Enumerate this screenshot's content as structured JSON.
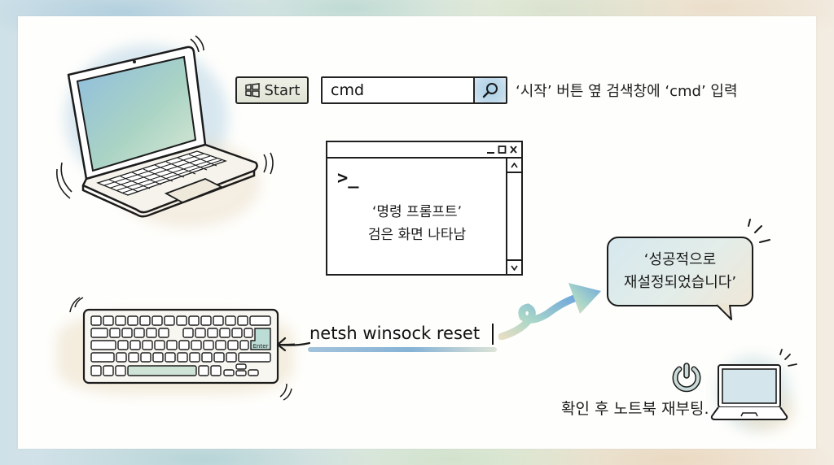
{
  "steps": {
    "step1": {
      "start_button_label": "Start",
      "search_value": "cmd",
      "caption": "‘시작’ 버튼 옆 검색창에 ‘cmd’ 입력"
    },
    "step2": {
      "prompt_symbol": ">_",
      "window_controls": {
        "minimize": "_",
        "maximize": "□",
        "close": "×"
      },
      "scroll_up": "^",
      "scroll_down": "v",
      "caption_line1": "‘명령 프롬프트’",
      "caption_line2": "검은 화면 나타남"
    },
    "step3": {
      "command": "netsh winsock reset",
      "enter_key_label": "Enter"
    },
    "step3_result": {
      "line1": "‘성공적으로",
      "line2": "재설정되었습니다’"
    },
    "step4": {
      "caption": "확인 후 노트북 재부팅."
    }
  },
  "icons": {
    "start": "windows-logo-icon",
    "search": "magnifier-icon",
    "power": "power-icon",
    "arrow": "curly-arrow-icon"
  },
  "colors": {
    "ink": "#1c1c1c",
    "accent_blue": "#9fc8e2",
    "accent_green": "#a8d2c0",
    "accent_sand": "#e9dcc4",
    "power_fill": "#c9dbd8"
  }
}
